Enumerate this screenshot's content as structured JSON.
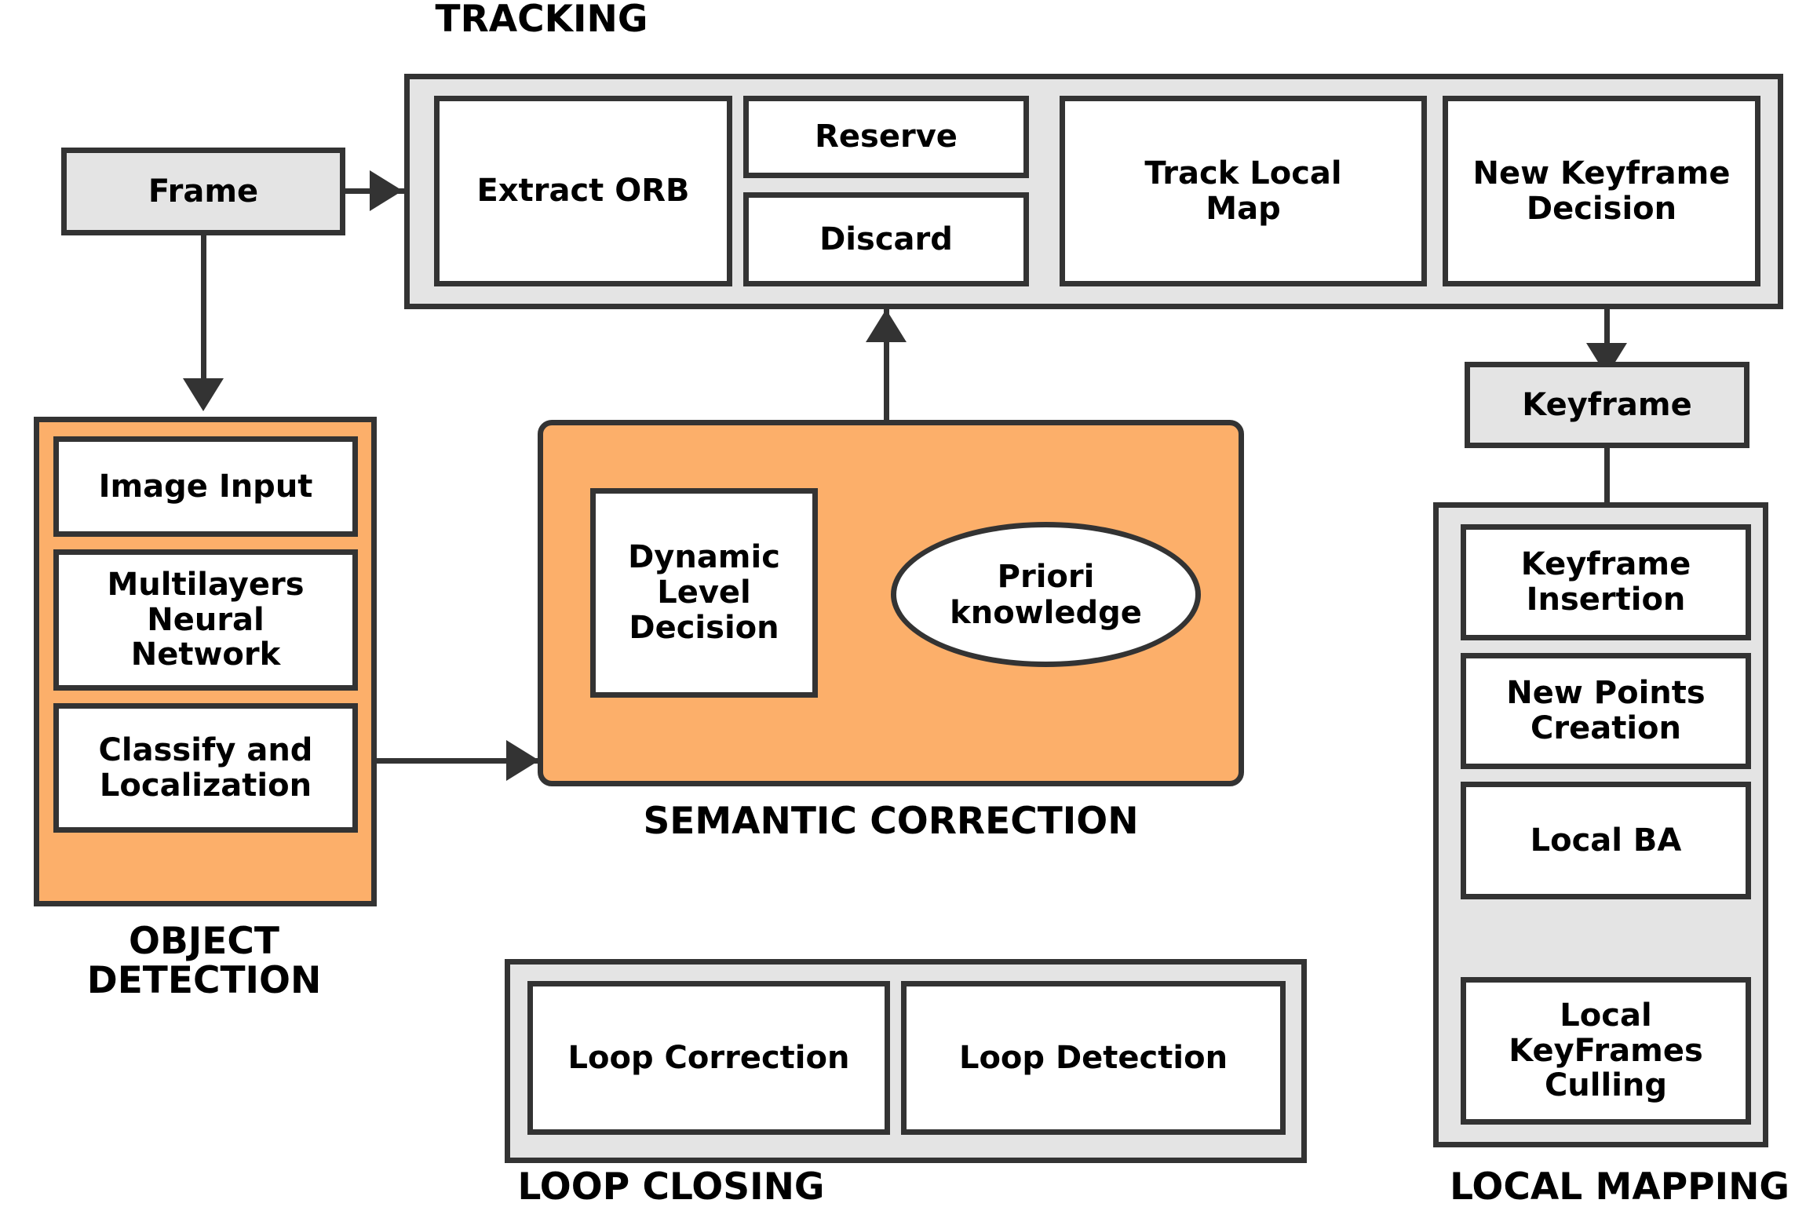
{
  "diagram": {
    "title": "SLAM system architecture with semantic correction",
    "colors": {
      "module_fill": "#e4e4e4",
      "semantic_fill": "#fcaf6a",
      "object_detection_fill": "#fcaf6a",
      "node_fill": "#ffffff",
      "stroke": "#333333",
      "text": "#000000",
      "background": "#ffffff"
    }
  },
  "tracking": {
    "title": "TRACKING",
    "nodes": [
      {
        "label": "Extract ORB"
      },
      {
        "label": "Reserve"
      },
      {
        "label": "Discard"
      },
      {
        "label": "Track Local\nMap"
      },
      {
        "label": "New Keyframe\nDecision"
      }
    ]
  },
  "input": {
    "frame_label": "Frame"
  },
  "object_detection": {
    "title": "OBJECT\nDETECTION",
    "nodes": [
      {
        "label": "Image Input"
      },
      {
        "label": "Multilayers\nNeural\nNetwork"
      },
      {
        "label": "Classify and\nLocalization"
      }
    ]
  },
  "semantic_correction": {
    "title": "SEMANTIC CORRECTION",
    "nodes": [
      {
        "label": "Dynamic\nLevel\nDecision"
      }
    ],
    "ellipses": [
      {
        "label": "Priori\nknowledge"
      }
    ]
  },
  "loop_closing": {
    "title": "LOOP CLOSING",
    "nodes": [
      {
        "label": "Loop Correction"
      },
      {
        "label": "Loop Detection"
      }
    ]
  },
  "local_mapping": {
    "title": "LOCAL MAPPING",
    "keyframe_label": "Keyframe",
    "nodes": [
      {
        "label": "Keyframe\nInsertion"
      },
      {
        "label": "New Points\nCreation"
      },
      {
        "label": "Local BA"
      },
      {
        "label": "Local\nKeyFrames\nCulling"
      }
    ]
  },
  "edges": [
    {
      "from": "Frame",
      "to": "Tracking",
      "direction": "right"
    },
    {
      "from": "Frame",
      "to": "Object Detection",
      "direction": "down"
    },
    {
      "from": "Classify and Localization",
      "to": "Semantic Correction",
      "direction": "right"
    },
    {
      "from": "Semantic Correction",
      "to": "Discard",
      "direction": "up"
    },
    {
      "from": "New Keyframe Decision",
      "to": "Keyframe",
      "direction": "down"
    },
    {
      "from": "Keyframe",
      "to": "Local Mapping",
      "direction": "down"
    }
  ]
}
